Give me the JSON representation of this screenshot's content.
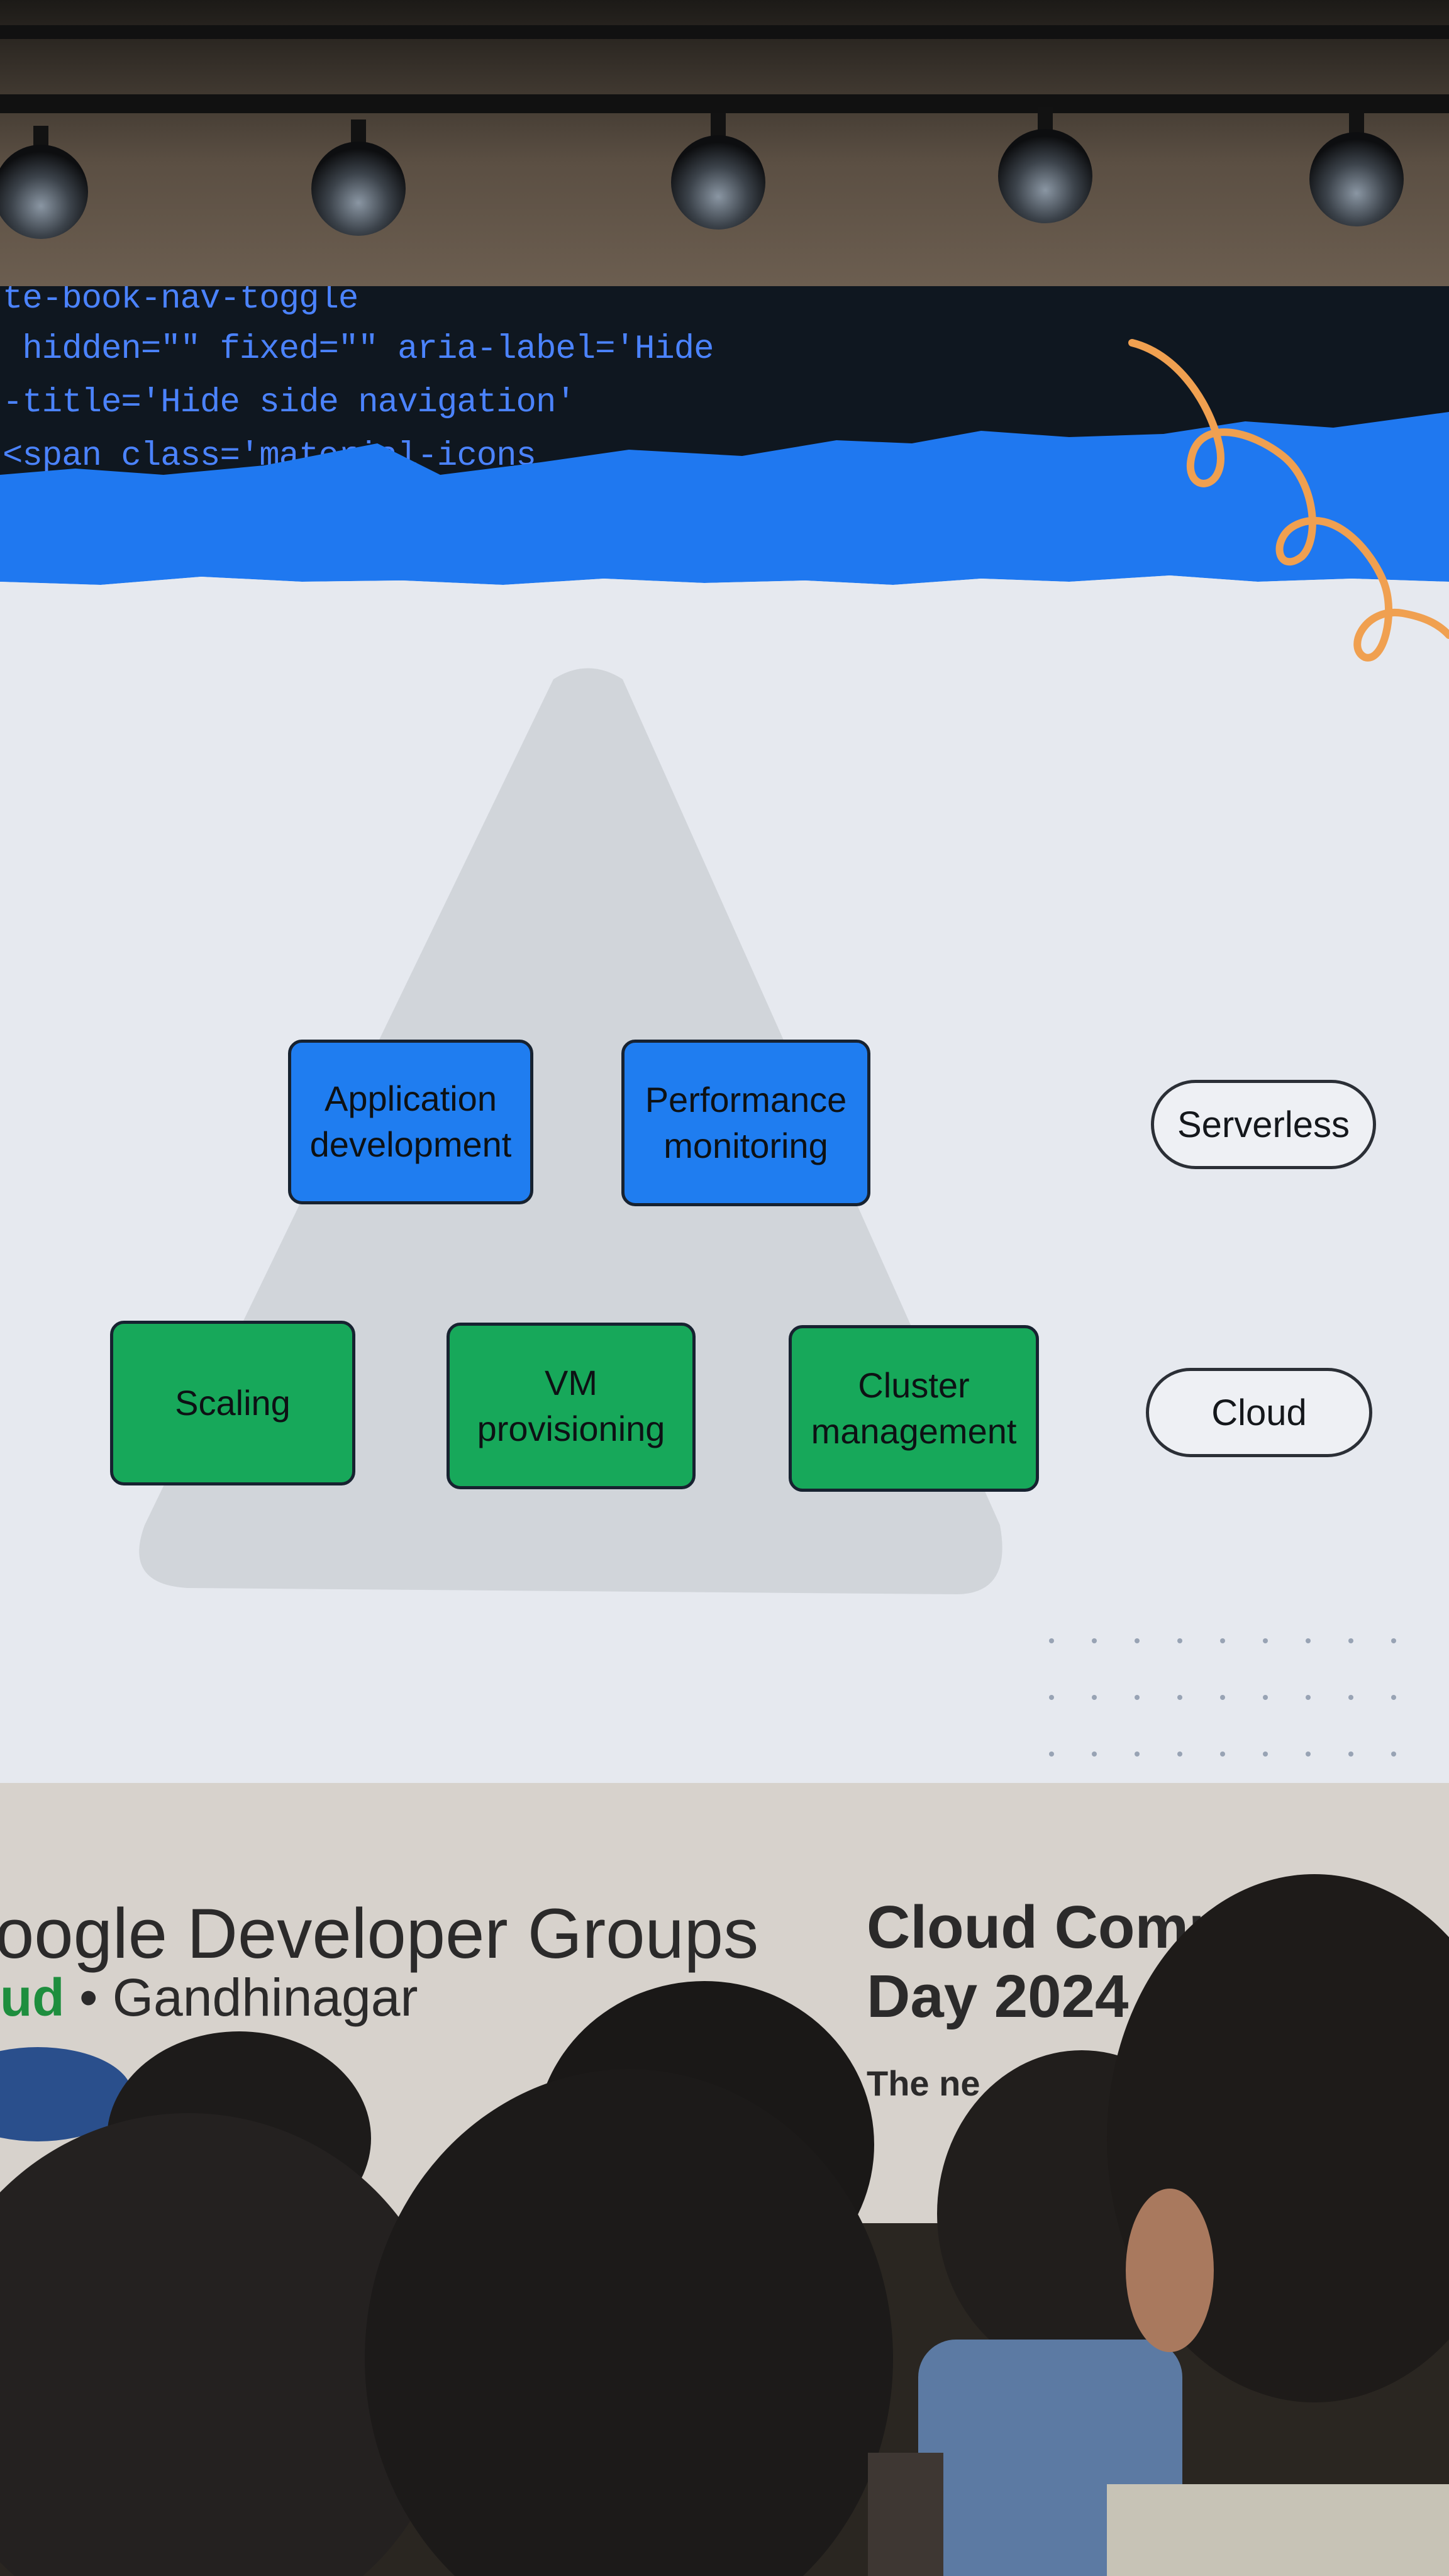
{
  "slide": {
    "code_lines": [
      "te-book-nav-toggle",
      " hidden=\"\" fixed=\"\" aria-label='Hide",
      "-title='Hide side navigation'",
      "<span class='material-icons"
    ],
    "nodes": {
      "app_dev": "Application\ndevelopment",
      "perf_mon": "Performance\nmonitoring",
      "scaling": "Scaling",
      "vm_prov": "VM\nprovisioning",
      "cluster_mgmt": "Cluster\nmanagement"
    },
    "layers": {
      "serverless": "Serverless",
      "cloud": "Cloud"
    },
    "colors": {
      "blue": "#1f7df0",
      "green": "#17a85a",
      "accent_orange": "#f0a050"
    }
  },
  "banner": {
    "gdg_prefix": "oogle Developer Groups",
    "gdg_cloud": "ud",
    "gdg_sep": " • ",
    "gdg_city": "Gandhinagar",
    "event_title_1": "Cloud Comm",
    "event_title_2": "Day 2024",
    "event_tagline": "The ne"
  }
}
